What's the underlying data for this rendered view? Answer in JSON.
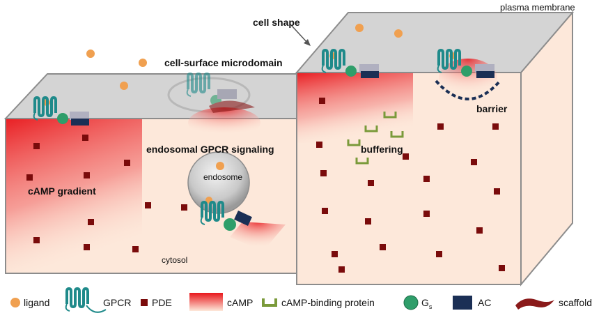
{
  "labels": {
    "plasma_membrane": "plasma membrane",
    "cell_shape": "cell shape",
    "cell_surface_microdomain": "cell-surface microdomain",
    "endosomal_signaling": "endosomal GPCR signaling",
    "endosome": "endosome",
    "camp_gradient": "cAMP gradient",
    "cytosol": "cytosol",
    "buffering": "buffering",
    "barrier": "barrier"
  },
  "legend": {
    "ligand": "ligand",
    "gpcr": "GPCR",
    "pde": "PDE",
    "camp": "cAMP",
    "camp_binding_protein": "cAMP-binding protein",
    "gs_main": "G",
    "gs_sub": "s",
    "ac": "AC",
    "scaffold": "scaffold"
  },
  "colors": {
    "cytosol": "#fde8da",
    "membrane_top": "#d4d4d4",
    "edge": "#8c8c8c",
    "camp": "#e8161b",
    "pde": "#7a0b0b",
    "ligand": "#f0a050",
    "gpcr": "#1f8a8a",
    "gs": "#2f9e6a",
    "ac": "#1b2f55",
    "binding_protein": "#7a9a3a",
    "scaffold": "#8a1a1a"
  }
}
